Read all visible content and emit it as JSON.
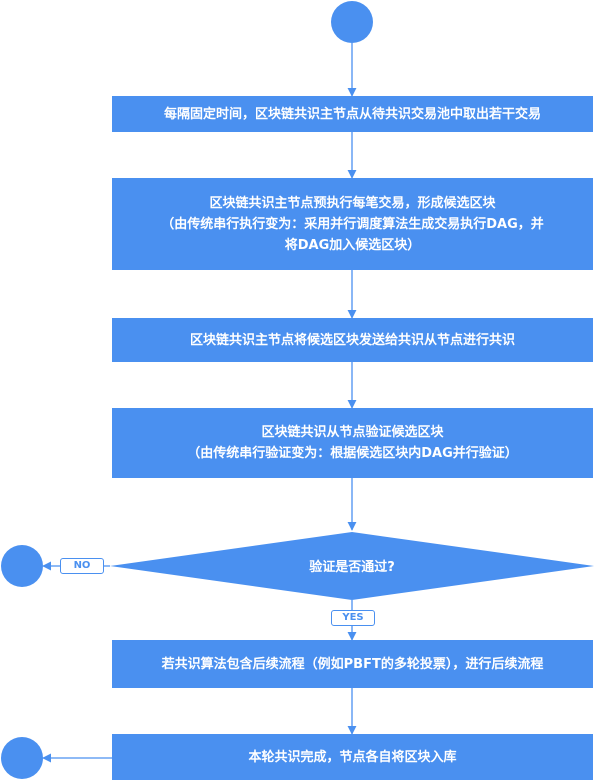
{
  "steps": [
    {
      "lines": [
        "每隔固定时间，区块链共识主节点从待共识交易池中取出若干交易"
      ]
    },
    {
      "lines": [
        "区块链共识主节点预执行每笔交易，形成候选区块",
        "（由传统串行执行变为：采用并行调度算法生成交易执行DAG，并",
        "将DAG加入候选区块）"
      ]
    },
    {
      "lines": [
        "区块链共识主节点将候选区块发送给共识从节点进行共识"
      ]
    },
    {
      "lines": [
        "区块链共识从节点验证候选区块",
        "（由传统串行验证变为：根据候选区块内DAG并行验证）"
      ]
    }
  ],
  "decision": {
    "label": "验证是否通过?",
    "no_label": "NO",
    "yes_label": "YES"
  },
  "after_yes": {
    "lines": [
      "若共识算法包含后续流程（例如PBFT的多轮投票），进行后续流程"
    ]
  },
  "final": {
    "lines": [
      "本轮共识完成，节点各自将区块入库"
    ]
  },
  "colors": {
    "primary": "#4a90f0",
    "line": "#4a90f0"
  }
}
